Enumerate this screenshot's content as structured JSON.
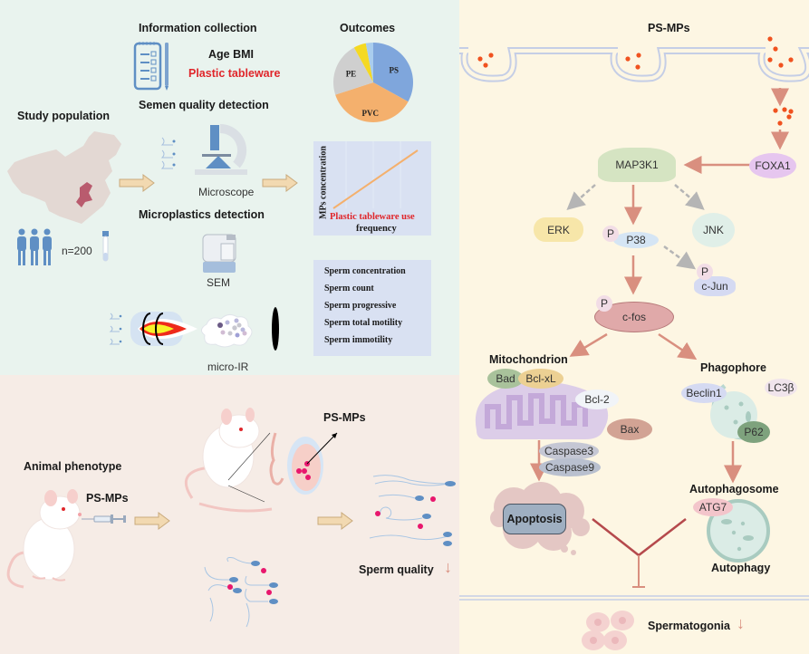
{
  "study": {
    "info_title": "Information collection",
    "info_items": [
      "Age BMI",
      "Plastic tableware"
    ],
    "semen_title": "Semen quality detection",
    "study_population_title": "Study population",
    "sample_size": "n=200",
    "microscope_label": "Microscope",
    "mp_detection_title": "Microplastics detection",
    "sem_label": "SEM",
    "microir_label": "micro-IR",
    "outcomes_title": "Outcomes",
    "correlation_plot": {
      "ylabel": "MPs concentration",
      "xlabel_line1": "Plastic tableware use",
      "xlabel_line2": "frequency"
    },
    "sperm_parameters": [
      "Sperm concentration",
      "Sperm count",
      "Sperm progressive",
      "Sperm total motility",
      "Sperm immotility"
    ]
  },
  "chart_data": {
    "type": "pie",
    "title": "Outcomes",
    "categories": [
      "PS",
      "PVC",
      "PE",
      "other-yellow",
      "other-lightblue"
    ],
    "values": [
      33,
      37,
      22,
      5,
      3
    ],
    "labels_shown": [
      "PS",
      "PVC",
      "PE",
      "",
      ""
    ],
    "colors": [
      "#7fa6dc",
      "#f4b06d",
      "#cfcfcf",
      "#f5d922",
      "#a9cdee"
    ]
  },
  "animal": {
    "title": "Animal phenotype",
    "injection_label": "PS-MPs",
    "testis_label": "PS-MPs",
    "result_label": "Sperm quality",
    "result_arrow": "↓"
  },
  "mechanism": {
    "top_label": "PS-MPs",
    "nodes": {
      "foxa1": "FOXA1",
      "map3k1": "MAP3K1",
      "erk": "ERK",
      "p38": "P38",
      "jnk": "JNK",
      "cjun": "c-Jun",
      "cfos": "c-fos",
      "phospho": "P"
    },
    "mitochondrion": {
      "title": "Mitochondrion",
      "proteins": [
        "Bad",
        "Bcl-xL",
        "Bcl-2",
        "Bax"
      ],
      "caspases": [
        "Caspase3",
        "Caspase9"
      ],
      "outcome": "Apoptosis"
    },
    "phagophore": {
      "title": "Phagophore",
      "proteins": [
        "Beclin1",
        "LC3β",
        "P62"
      ],
      "autophagosome_title": "Autophagosome",
      "atg": "ATG7",
      "outcome": "Autophagy"
    },
    "bottom_label": "Spermatogonia",
    "bottom_arrow": "↓"
  },
  "colors": {
    "study_bg": "#e9f3ee",
    "animal_bg": "#f6ece6",
    "mechanism_bg": "#fdf6e3",
    "accent_red": "#e0262b",
    "arrow_pink": "#d98f7f",
    "inhibit_red": "#b5494c",
    "dot_orange": "#f0521f",
    "dot_magenta": "#e8176d"
  }
}
